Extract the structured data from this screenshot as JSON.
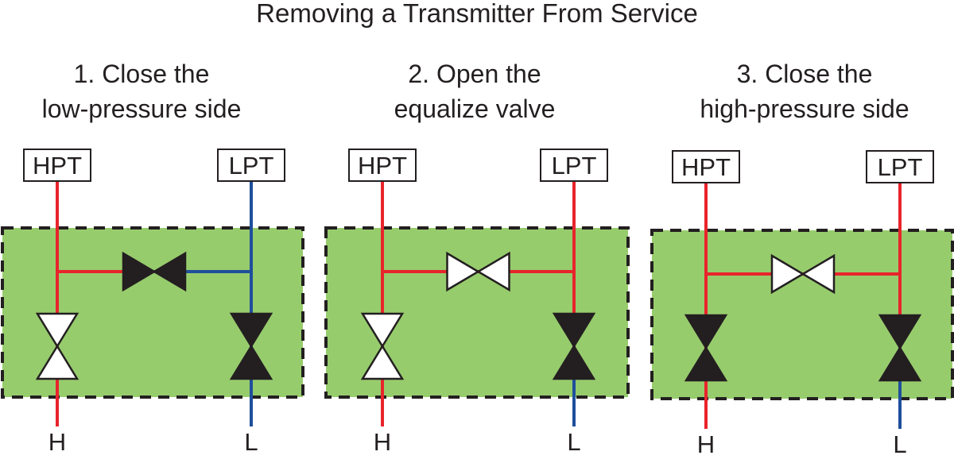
{
  "title": "Removing a Transmitter From Service",
  "colors": {
    "high_pressure_line": "#e8242b",
    "low_pressure_line": "#1f4f9c",
    "manifold_fill": "#97cc6d",
    "valve_closed": "#231f20",
    "valve_open": "#ffffff"
  },
  "panels": [
    {
      "step_line1": "1. Close the",
      "step_line2": "low-pressure side",
      "left_tag": "HPT",
      "right_tag": "LPT",
      "left_port": "H",
      "right_port": "L",
      "valves": {
        "high_side": "open",
        "equalize": "closed",
        "low_side": "closed"
      },
      "lines": {
        "left": "high",
        "equalize_left": "high",
        "equalize_right": "low",
        "right_upper": "low",
        "right_lower": "low"
      }
    },
    {
      "step_line1": "2. Open the",
      "step_line2": "equalize valve",
      "left_tag": "HPT",
      "right_tag": "LPT",
      "left_port": "H",
      "right_port": "L",
      "valves": {
        "high_side": "open",
        "equalize": "open",
        "low_side": "closed"
      },
      "lines": {
        "left": "high",
        "equalize_left": "high",
        "equalize_right": "high",
        "right_upper": "high",
        "right_lower": "low"
      }
    },
    {
      "step_line1": "3. Close the",
      "step_line2": "high-pressure side",
      "left_tag": "HPT",
      "right_tag": "LPT",
      "left_port": "H",
      "right_port": "L",
      "valves": {
        "high_side": "closed",
        "equalize": "open",
        "low_side": "closed"
      },
      "lines": {
        "left": "high",
        "equalize_left": "high",
        "equalize_right": "high",
        "right_upper": "high",
        "right_lower": "low"
      }
    }
  ]
}
